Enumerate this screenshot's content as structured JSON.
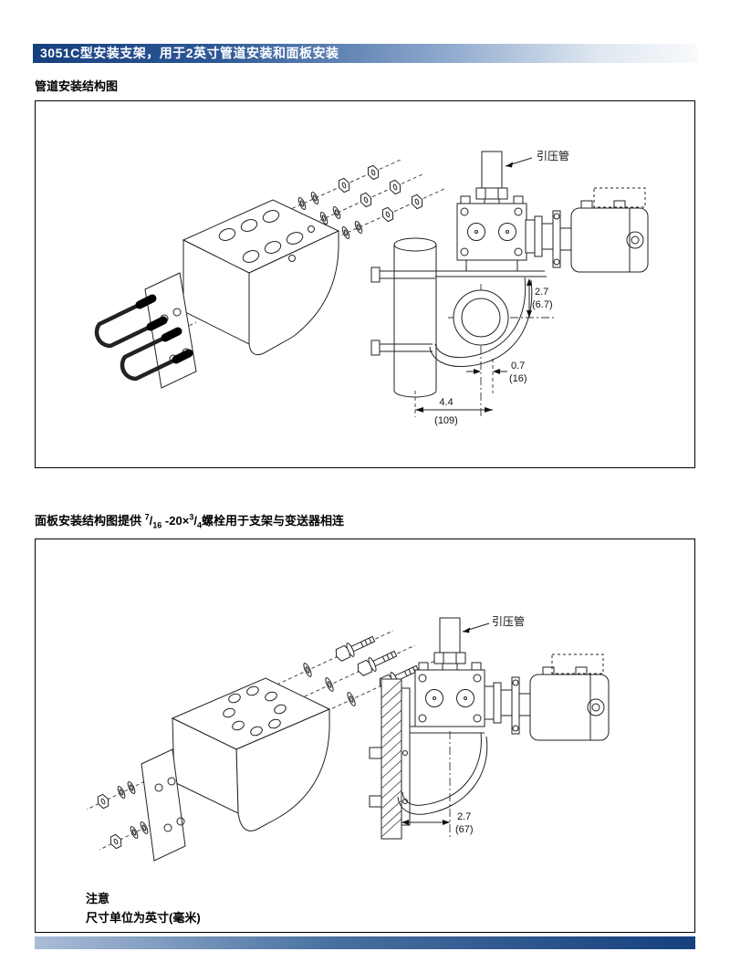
{
  "header": {
    "title": "3051C型安装支架，用于2英寸管道安装和面板安装"
  },
  "sections": {
    "pipe": {
      "title": "管道安装结构图"
    },
    "panel": {
      "title_prefix": "面板安装结构图提供",
      "bolt_spec": {
        "num1": "7",
        "den1": "16",
        "middle": "-20×",
        "num2": "3",
        "den2": "4"
      },
      "title_suffix": "螺栓用于支架与变送器相连"
    }
  },
  "diagram_pipe": {
    "impulse_label": "引压管",
    "dims": {
      "offset_v_in": "2.7",
      "offset_v_mm": "(6.7)",
      "offset_small_in": "0.7",
      "offset_small_mm": "(16)",
      "width_in": "4.4",
      "width_mm": "(109)"
    }
  },
  "diagram_panel": {
    "impulse_label": "引压管",
    "dims": {
      "depth_in": "2.7",
      "depth_mm": "(67)"
    }
  },
  "note": {
    "title": "注意",
    "body": "尺寸单位为英寸(毫米)"
  }
}
